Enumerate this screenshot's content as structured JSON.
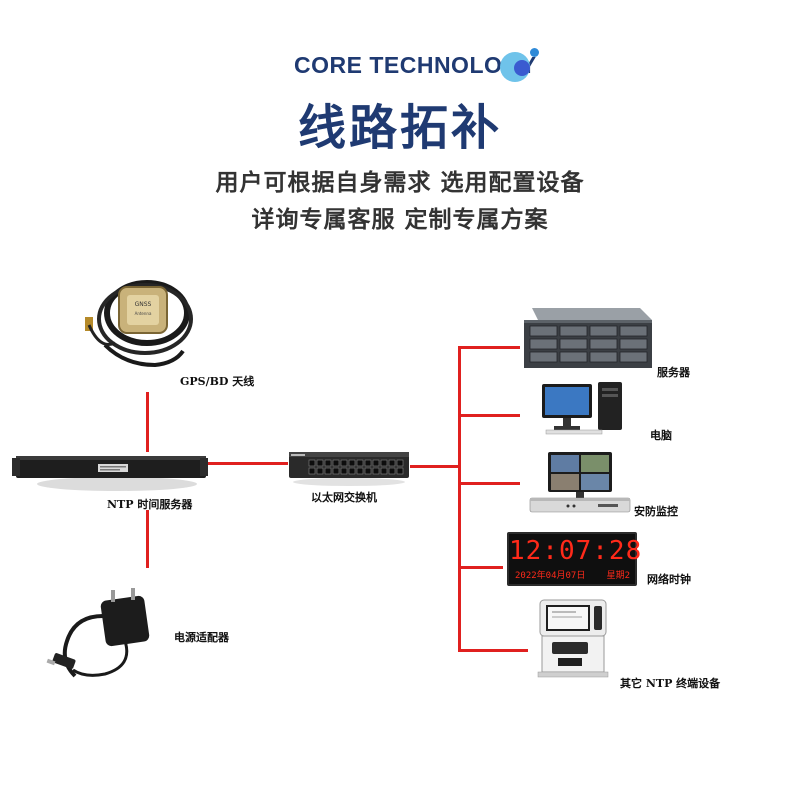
{
  "header": {
    "brand": "CORE TECHNOLOGY",
    "title": "线路拓补",
    "subtitle_line1": "用户可根据自身需求 选用配置设备",
    "subtitle_line2": "详询专属客服 定制专属方案"
  },
  "nodes": {
    "gps": "GPS/BD 天线",
    "ntp": "NTP 时间服务器",
    "power": "电源适配器",
    "switch": "以太网交换机",
    "server": "服务器",
    "pc": "电脑",
    "security": "安防监控",
    "clock": "网络时钟",
    "terminal": "其它 NTP 终端设备"
  },
  "clock_display": {
    "time": "12:07:28",
    "date": "2022年04月07日",
    "weekday": "星期2"
  },
  "colors": {
    "brand": "#1f3a72",
    "line": "#e0201f",
    "clock_digits": "#ff2a1a"
  }
}
